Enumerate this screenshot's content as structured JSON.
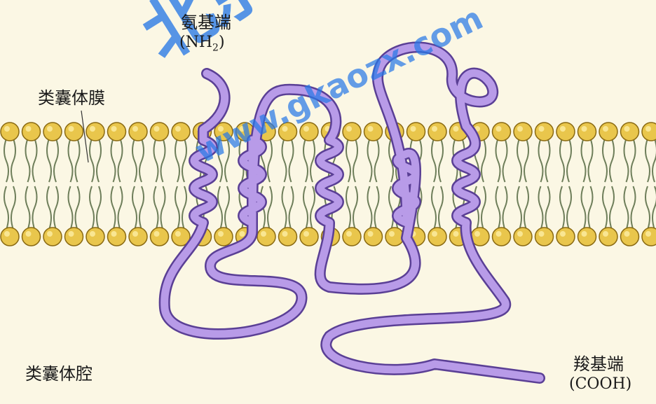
{
  "labels": {
    "n_terminus": "氨基端",
    "n_terminus_formula": "(NH",
    "n_terminus_sub": "2",
    "n_terminus_close": ")",
    "thylakoid_membrane": "类囊体膜",
    "thylakoid_lumen": "类囊体腔",
    "c_terminus": "羧基端",
    "c_terminus_formula": "(COOH)"
  },
  "watermark": {
    "logo_text": "北京高考在线",
    "url_text": "www.gkaozx.com"
  },
  "colors": {
    "background": "#fbf7e4",
    "lipid_head": "#e9c64c",
    "lipid_head_stroke": "#8a6a12",
    "lipid_tail": "#6e7e5a",
    "protein": "#b89be8",
    "protein_outline": "#5a3f95",
    "watermark": "#2878e6"
  }
}
